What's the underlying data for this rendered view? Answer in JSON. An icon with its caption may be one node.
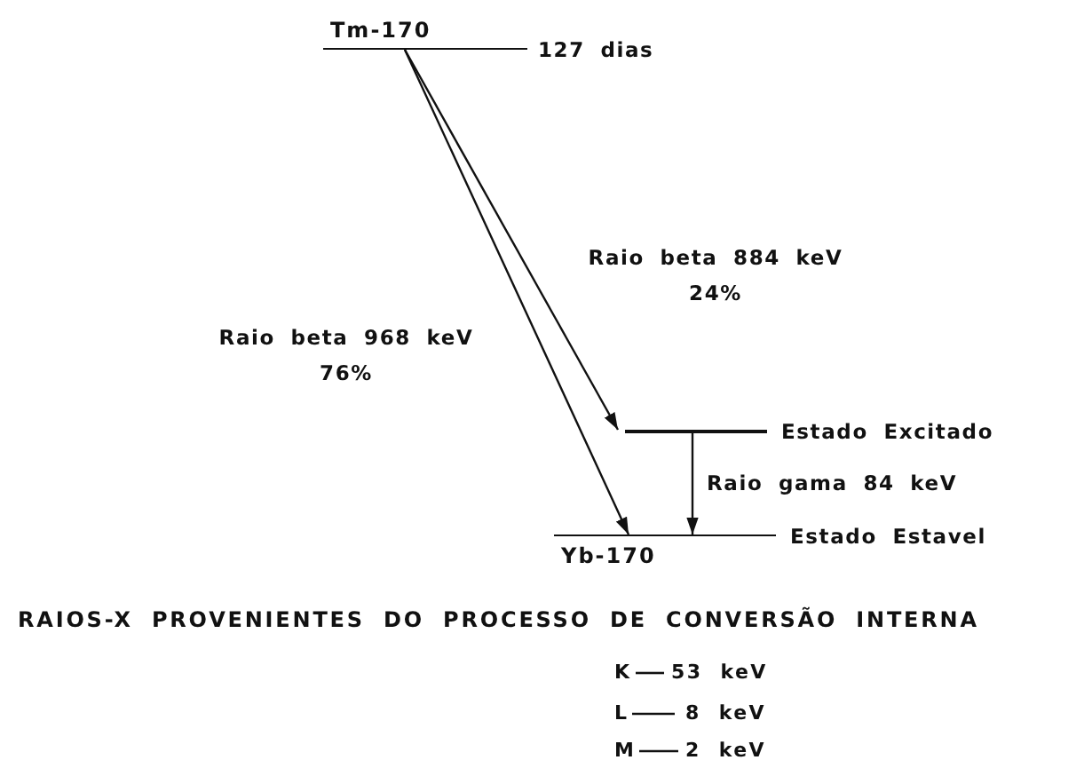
{
  "diagram": {
    "nodes": [
      {
        "text": [
          "Tm-170"
        ],
        "beside": [
          "127 dias"
        ]
      },
      {
        "text": [],
        "shape": "bar",
        "beside": [
          "Estado Excitado"
        ]
      },
      {
        "text": [
          "Yb-170"
        ],
        "beside": [
          "Estado Estavel"
        ]
      }
    ],
    "edges": [
      {
        "from": 0,
        "to": 1,
        "arrow": "to",
        "label": "Raio beta 884 keV 24%"
      },
      {
        "from": 0,
        "to": 2,
        "arrow": "to",
        "label": "Raio beta 968 keV 76%"
      },
      {
        "from": 1,
        "to": 2,
        "arrow": "to",
        "label": "Raio gama 84 keV"
      }
    ],
    "labels": [
      "RAIOS-X PROVENIENTES DO PROCESSO DE CONVERSÃO INTERNA",
      "K",
      "53 keV",
      "L",
      "8 keV",
      "M",
      "2 keV"
    ]
  }
}
